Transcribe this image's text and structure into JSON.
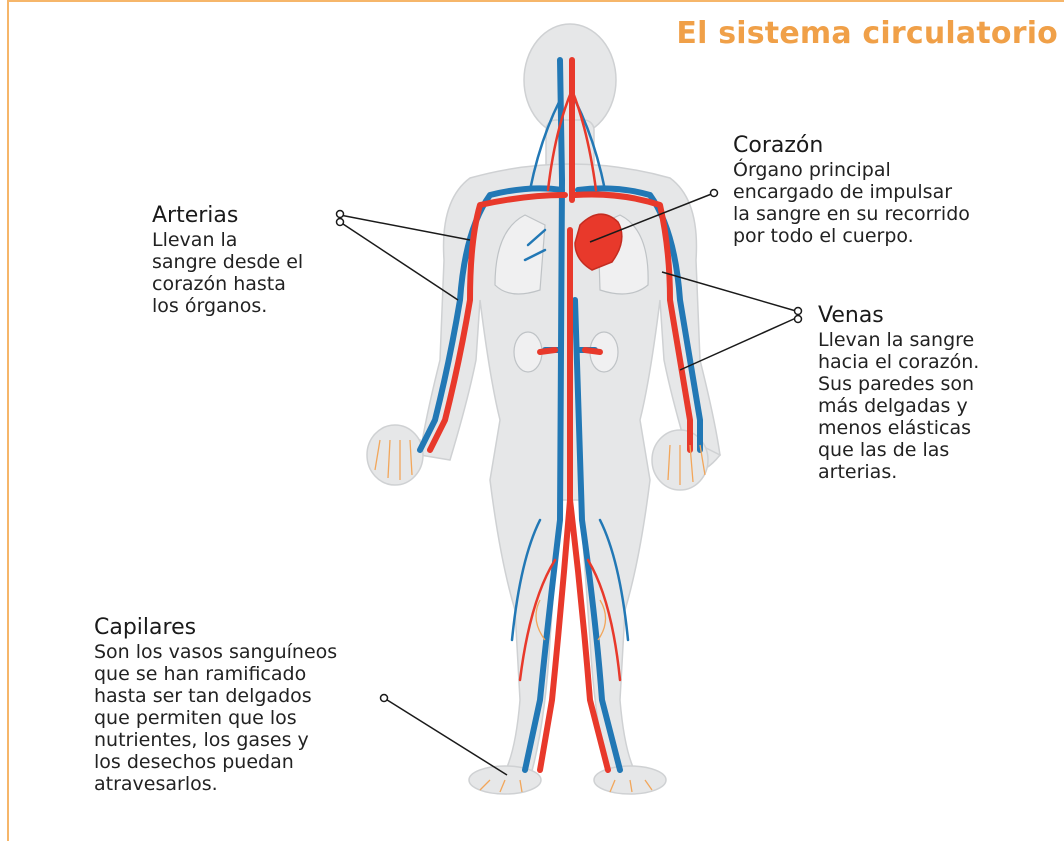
{
  "title": "El sistema circulatorio",
  "labels": {
    "corazon": {
      "head": "Corazón",
      "desc": [
        "Órgano principal",
        "encargado de impulsar",
        "la sangre en su recorrido",
        "por todo el cuerpo."
      ]
    },
    "arterias": {
      "head": "Arterias",
      "desc": [
        "Llevan la",
        "sangre desde el",
        "corazón hasta",
        "los órganos."
      ]
    },
    "venas": {
      "head": "Venas",
      "desc": [
        "Llevan la sangre",
        "hacia el corazón.",
        "Sus paredes son",
        "más delgadas y",
        "menos elásticas",
        "que las de las",
        "arterias."
      ]
    },
    "capilares": {
      "head": "Capilares",
      "desc": [
        "Son los vasos sanguíneos",
        "que se han ramificado",
        "hasta ser tan delgados",
        "que permiten que los",
        "nutrientes, los gases y",
        "los desechos puedan",
        "atravesarlos."
      ]
    }
  },
  "colors": {
    "title": "#f0a048",
    "frame": "#f6b66a",
    "artery": "#e8392b",
    "vein": "#2278b5",
    "body": "#e6e7e8",
    "heart": "#e8392b"
  }
}
